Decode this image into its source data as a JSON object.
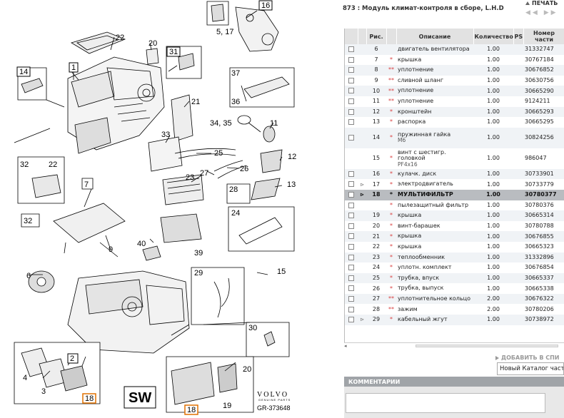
{
  "header": {
    "title": "873 : Модуль климат-контроля в сборе, L.H.D",
    "print_label": "ПЕЧАТЬ",
    "nav": "◀◀ ▶▶"
  },
  "table": {
    "columns": [
      "",
      "",
      "Рис.",
      "",
      "Описание",
      "Количество",
      "PS",
      "Номер части"
    ],
    "rows": [
      {
        "fig": "6",
        "mark": "",
        "desc": "двигатель вентилятора",
        "qty": "1.00",
        "ps": "",
        "part": "31332747",
        "checkbox": true,
        "expand": false,
        "selected": false,
        "tall": false
      },
      {
        "fig": "7",
        "mark": "*",
        "desc": "крышка",
        "qty": "1.00",
        "ps": "",
        "part": "30767184",
        "checkbox": true,
        "expand": false,
        "selected": false,
        "tall": false
      },
      {
        "fig": "8",
        "mark": "**",
        "desc": "уплотнение",
        "qty": "1.00",
        "ps": "",
        "part": "30676852",
        "checkbox": true,
        "expand": false,
        "selected": false,
        "tall": false
      },
      {
        "fig": "9",
        "mark": "**",
        "desc": "сливной шланг",
        "qty": "1.00",
        "ps": "",
        "part": "30630756",
        "checkbox": true,
        "expand": false,
        "selected": false,
        "tall": false
      },
      {
        "fig": "10",
        "mark": "**",
        "desc": "уплотнение",
        "qty": "1.00",
        "ps": "",
        "part": "30665290",
        "checkbox": true,
        "expand": false,
        "selected": false,
        "tall": false
      },
      {
        "fig": "11",
        "mark": "**",
        "desc": "уплотнение",
        "qty": "1.00",
        "ps": "",
        "part": "9124211",
        "checkbox": true,
        "expand": false,
        "selected": false,
        "tall": false
      },
      {
        "fig": "12",
        "mark": "*",
        "desc": "кронштейн",
        "qty": "1.00",
        "ps": "",
        "part": "30665293",
        "checkbox": true,
        "expand": false,
        "selected": false,
        "tall": false
      },
      {
        "fig": "13",
        "mark": "*",
        "desc": "распорка",
        "qty": "1.00",
        "ps": "",
        "part": "30665295",
        "checkbox": true,
        "expand": false,
        "selected": false,
        "tall": false
      },
      {
        "fig": "14",
        "mark": "*",
        "desc": "пружинная гайка",
        "note": "M6",
        "qty": "1.00",
        "ps": "",
        "part": "30824256",
        "checkbox": true,
        "expand": false,
        "selected": false,
        "tall": true
      },
      {
        "fig": "15",
        "mark": "*",
        "desc": "винт с шестигр. головкой",
        "note": "PF4x16",
        "qty": "1.00",
        "ps": "",
        "part": "986047",
        "checkbox": false,
        "expand": false,
        "selected": false,
        "tall": true
      },
      {
        "fig": "16",
        "mark": "*",
        "desc": "кулачк. диск",
        "qty": "1.00",
        "ps": "",
        "part": "30733901",
        "checkbox": true,
        "expand": false,
        "selected": false,
        "tall": false
      },
      {
        "fig": "17",
        "mark": "*",
        "desc": "электродвигатель",
        "qty": "1.00",
        "ps": "",
        "part": "30733779",
        "checkbox": true,
        "expand": true,
        "selected": false,
        "tall": false
      },
      {
        "fig": "18",
        "mark": "*",
        "desc": "МУЛЬТИФИЛЬТР",
        "qty": "1.00",
        "ps": "",
        "part": "30780377",
        "checkbox": true,
        "expand": true,
        "selected": true,
        "tall": false
      },
      {
        "fig": "",
        "mark": "*",
        "desc": "пылезащитный фильтр",
        "qty": "1.00",
        "ps": "",
        "part": "30780376",
        "checkbox": true,
        "expand": false,
        "selected": false,
        "tall": false
      },
      {
        "fig": "19",
        "mark": "*",
        "desc": "крышка",
        "qty": "1.00",
        "ps": "",
        "part": "30665314",
        "checkbox": true,
        "expand": false,
        "selected": false,
        "tall": false
      },
      {
        "fig": "20",
        "mark": "*",
        "desc": "винт-барашек",
        "qty": "1.00",
        "ps": "",
        "part": "30780788",
        "checkbox": true,
        "expand": false,
        "selected": false,
        "tall": false
      },
      {
        "fig": "21",
        "mark": "*",
        "desc": "крышка",
        "qty": "1.00",
        "ps": "",
        "part": "30676855",
        "checkbox": true,
        "expand": false,
        "selected": false,
        "tall": false
      },
      {
        "fig": "22",
        "mark": "*",
        "desc": "крышка",
        "qty": "1.00",
        "ps": "",
        "part": "30665323",
        "checkbox": true,
        "expand": false,
        "selected": false,
        "tall": false
      },
      {
        "fig": "23",
        "mark": "*",
        "desc": "теплообменник",
        "qty": "1.00",
        "ps": "",
        "part": "31332896",
        "checkbox": true,
        "expand": false,
        "selected": false,
        "tall": false
      },
      {
        "fig": "24",
        "mark": "*",
        "desc": "уплотн. комплект",
        "qty": "1.00",
        "ps": "",
        "part": "30676854",
        "checkbox": true,
        "expand": false,
        "selected": false,
        "tall": false
      },
      {
        "fig": "25",
        "mark": "*",
        "desc": "трубка, впуск",
        "qty": "1.00",
        "ps": "",
        "part": "30665337",
        "checkbox": true,
        "expand": false,
        "selected": false,
        "tall": false
      },
      {
        "fig": "26",
        "mark": "*",
        "desc": "трубка, выпуск",
        "qty": "1.00",
        "ps": "",
        "part": "30665338",
        "checkbox": true,
        "expand": false,
        "selected": false,
        "tall": false
      },
      {
        "fig": "27",
        "mark": "**",
        "desc": "уплотнительное кольцо",
        "qty": "2.00",
        "ps": "",
        "part": "30676322",
        "checkbox": true,
        "expand": false,
        "selected": false,
        "tall": false
      },
      {
        "fig": "28",
        "mark": "**",
        "desc": "зажим",
        "qty": "2.00",
        "ps": "",
        "part": "30780206",
        "checkbox": true,
        "expand": false,
        "selected": false,
        "tall": false
      },
      {
        "fig": "29",
        "mark": "*",
        "desc": "кабельный жгут",
        "qty": "1.00",
        "ps": "",
        "part": "30738972",
        "checkbox": true,
        "expand": true,
        "selected": false,
        "tall": false
      }
    ]
  },
  "footer": {
    "add_label": "ДОБАВИТЬ В СПИ",
    "catalog_select": "Новый Каталог часте",
    "comments_label": "КОММЕНТАРИИ"
  },
  "diagram": {
    "callouts": [
      "22",
      "20",
      "31",
      "16",
      "5, 17",
      "14",
      "1",
      "37",
      "21",
      "36",
      "33",
      "34, 35",
      "11",
      "32",
      "22",
      "25",
      "26",
      "12",
      "7",
      "23",
      "27",
      "13",
      "28",
      "32",
      "24",
      "40",
      "9",
      "39",
      "6",
      "29",
      "15",
      "30",
      "2",
      "4",
      "3",
      "18",
      "20",
      "19",
      "18"
    ],
    "sw_label": "SW",
    "brand": "VOLVO",
    "brand_sub": "GENUINE PARTS",
    "ref_code": "GR-373648"
  }
}
